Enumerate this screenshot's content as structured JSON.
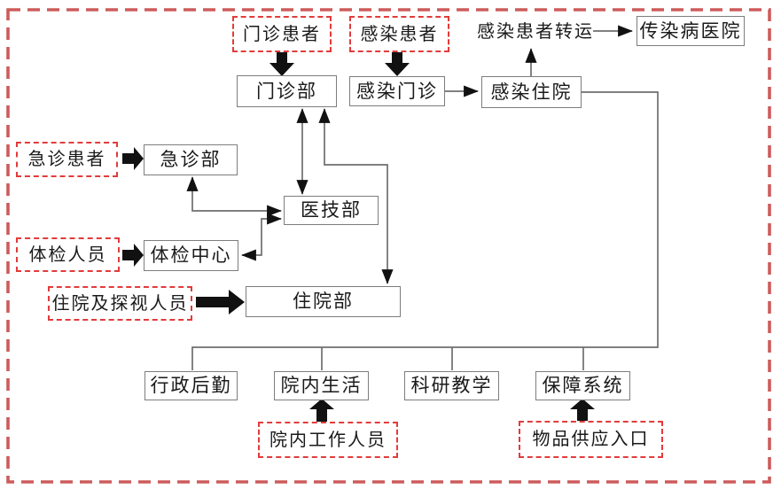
{
  "colors": {
    "outer_border": "#cd5b5b",
    "dashed_box_border": "#e23b3b",
    "solid_box_border": "#7d7d7d",
    "connector_line": "#6e6e6e",
    "arrow_fill": "#111111",
    "text": "#1a1a1a",
    "background": "#ffffff"
  },
  "entries": {
    "outpatient_patients": "门诊患者",
    "infected_patients": "感染患者",
    "emergency_patients": "急诊患者",
    "checkup_personnel": "体检人员",
    "inpatient_visitors": "住院及探视人员",
    "hospital_staff": "院内工作人员",
    "supply_entrance": "物品供应入口"
  },
  "departments": {
    "outpatient_dept": "门诊部",
    "infection_clinic": "感染门诊",
    "infection_inpatient": "感染住院",
    "infected_transfer": "感染患者转运",
    "infectious_disease_hospital": "传染病医院",
    "emergency_dept": "急诊部",
    "medical_tech_dept": "医技部",
    "checkup_center": "体检中心",
    "inpatient_dept": "住院部",
    "admin_logistics": "行政后勤",
    "hospital_life": "院内生活",
    "research_teaching": "科研教学",
    "support_system": "保障系统"
  }
}
